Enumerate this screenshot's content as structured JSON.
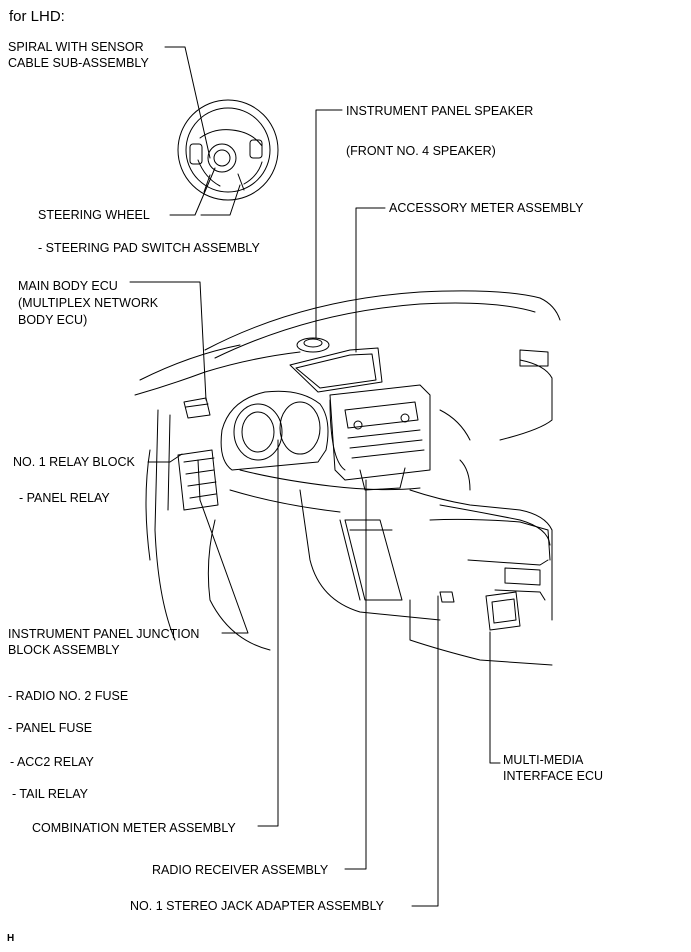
{
  "header": "for LHD:",
  "footer_code": "H",
  "labels": {
    "spiral_1": "SPIRAL WITH SENSOR",
    "spiral_2": "CABLE SUB-ASSEMBLY",
    "speaker_1": "INSTRUMENT PANEL SPEAKER",
    "speaker_2": "(FRONT NO. 4 SPEAKER)",
    "accessory_meter": "ACCESSORY METER ASSEMBLY",
    "steering_wheel": "STEERING WHEEL",
    "steering_pad": "- STEERING PAD SWITCH ASSEMBLY",
    "main_ecu_1": "MAIN BODY ECU",
    "main_ecu_2": "(MULTIPLEX NETWORK",
    "main_ecu_3": "BODY ECU)",
    "relay_block": "NO. 1 RELAY BLOCK",
    "panel_relay": "- PANEL RELAY",
    "ip_junction_1": "INSTRUMENT PANEL JUNCTION",
    "ip_junction_2": "BLOCK ASSEMBLY",
    "radio_fuse": "- RADIO NO. 2 FUSE",
    "panel_fuse": "- PANEL FUSE",
    "acc2_relay": "- ACC2 RELAY",
    "tail_relay": "- TAIL RELAY",
    "combination_meter": "COMBINATION METER ASSEMBLY",
    "radio_receiver": "RADIO RECEIVER ASSEMBLY",
    "stereo_jack": "NO. 1 STEREO JACK ADAPTER ASSEMBLY",
    "mm_ecu_1": "MULTI-MEDIA",
    "mm_ecu_2": "INTERFACE ECU"
  }
}
